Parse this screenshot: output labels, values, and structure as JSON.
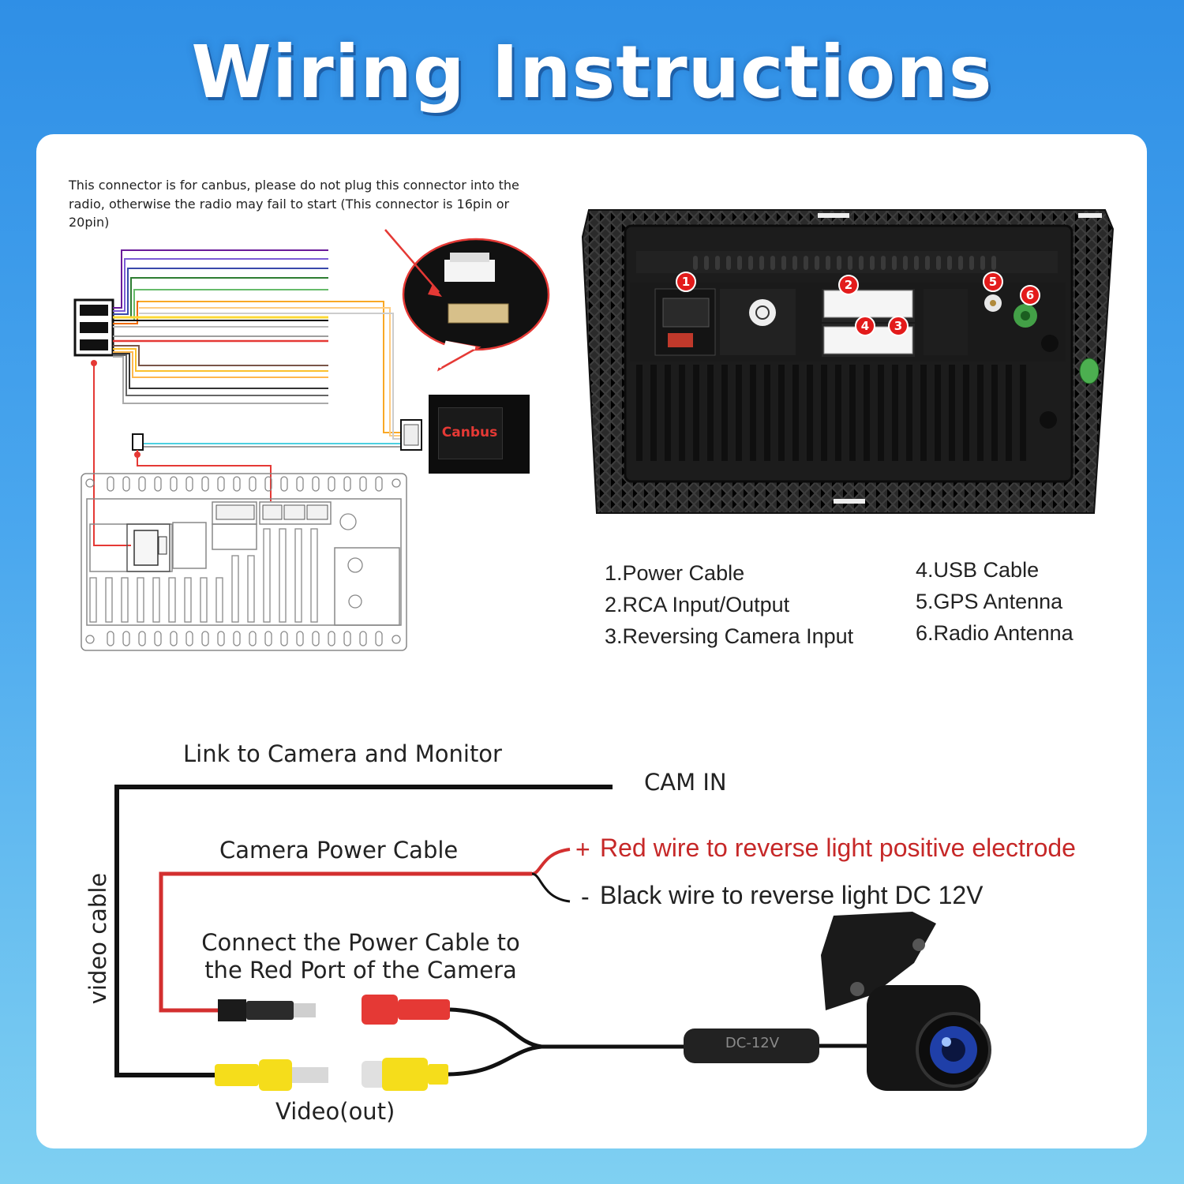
{
  "title": "Wiring Instructions",
  "canbus_note": "This connector is for canbus, please do not plug this connector into the radio, otherwise the radio may fail to start (This connector is 16pin or 20pin)",
  "canbus_label": "Canbus",
  "port_badges": [
    "1",
    "2",
    "4",
    "3",
    "5",
    "6"
  ],
  "legend_left": [
    "1.Power Cable",
    "2.RCA Input/Output",
    "3.Reversing Camera Input"
  ],
  "legend_right": [
    "4.USB Cable",
    "5.GPS Antenna",
    "6.Radio Antenna"
  ],
  "camera_wiring": {
    "link_label": "Link to Camera and Monitor",
    "cam_in": "CAM IN",
    "power_cable": "Camera Power Cable",
    "red_sign": "+",
    "red_wire": "Red wire to reverse light positive electrode",
    "black_sign": "-",
    "black_wire": "Black wire to reverse light DC 12V",
    "connect_line1": "Connect the Power Cable to",
    "connect_line2": "the Red Port of the Camera",
    "video_cable": "video cable",
    "video_out": "Video(out)",
    "dc_label": "DC-12V"
  },
  "colors": {
    "background_top": "#2f8fe6",
    "background_bottom": "#7fd0f2",
    "red_wire": "#d32f2f",
    "video_plug": "#f5dd1b",
    "power_plug": "#e53935"
  }
}
